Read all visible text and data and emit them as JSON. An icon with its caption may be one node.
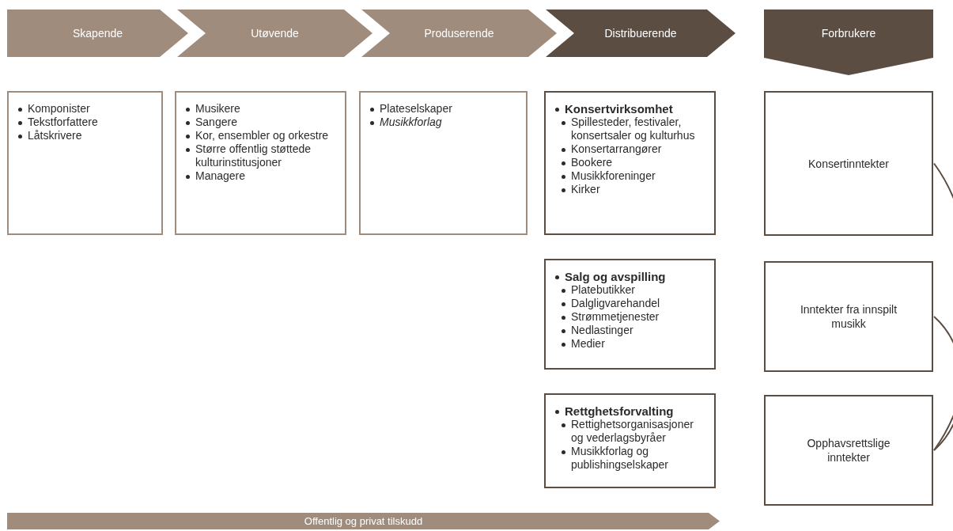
{
  "diagram": {
    "nodes": [
      {
        "text": [
          "Skapende"
        ]
      },
      {
        "text": [
          "Utøvende"
        ]
      },
      {
        "text": [
          "Produserende"
        ]
      },
      {
        "text": [
          "Distribuerende"
        ]
      },
      {
        "text": [
          "Forbrukere"
        ]
      },
      {
        "text": [
          "Komponister",
          "Tekstforfattere",
          "Låtskrivere"
        ]
      },
      {
        "text": [
          "Musikere",
          "Sangere",
          "Kor, ensembler og orkestre",
          "Større offentlig støttede kulturinstitusjoner",
          "Managere"
        ]
      },
      {
        "text": [
          "Plateselskaper",
          "*Musikkforlag*"
        ]
      },
      {
        "text": [
          "**Konsertvirksomhet**",
          "Spillesteder, festivaler, konsertsaler og kulturhus",
          "Konsertarrangører",
          "Bookere",
          "Musikkforeninger",
          "Kirker"
        ]
      },
      {
        "text": [
          "**Salg og avspilling**",
          "Platebutikker",
          "Dalgligvarehandel",
          "Strømmetjenester",
          "Nedlastinger",
          "Medier"
        ]
      },
      {
        "text": [
          "**Rettghetsforvalting**",
          "Rettighetsorganisasjoner og vederlagsbyråer",
          "Musikkforlag og publishingselskaper"
        ]
      },
      {
        "text": [
          "Konsertinntekter"
        ]
      },
      {
        "text": [
          "Inntekter fra innspilt musikk"
        ]
      },
      {
        "text": [
          "Opphavsrettslige inntekter"
        ]
      },
      {
        "text": [
          "Offentlig og privat tilskudd"
        ]
      }
    ],
    "edges": [
      {
        "from": 11,
        "to": 13,
        "arrow": "none"
      },
      {
        "from": 12,
        "to": 13,
        "arrow": "none"
      }
    ]
  }
}
